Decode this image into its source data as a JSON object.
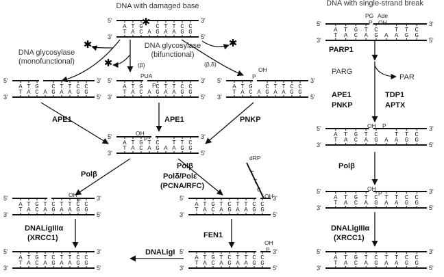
{
  "titles": {
    "damaged_base": "DNA with damaged base",
    "ssb": "DNA with single-strand break"
  },
  "strands": {
    "top_seq": "ATGTCTTCC",
    "bottom_seq": "TACAGAAGG",
    "top_damaged_left": "ATG",
    "top_damaged_right": "CTTCC",
    "top_ap_left": "ATG",
    "top_ap_right": "CTTCC",
    "top_nick_left": "ATGTC",
    "top_nick_right": "TTCC",
    "flap_seq": "CTT",
    "prime5": "5'",
    "prime3": "3'"
  },
  "enzymes": {
    "glyco_mono": "DNA glycosylase",
    "glyco_mono_sub": "(monofunctional)",
    "glyco_bi": "DNA glycosylase",
    "glyco_bi_sub": "(bifunctional)",
    "beta": "(β)",
    "beta_delta": "(β,δ)",
    "ape1_left": "APE1",
    "ape1_mid": "APE1",
    "pnkp_mid": "PNKP",
    "pol_beta_left": "Polβ",
    "pol_beta_mid": "Polβ",
    "pol_delta_eps": "Polδ/Polε",
    "pcna_rfc": "(PCNA/RFC)",
    "lig3_left": "DNALigIIIα",
    "xrcc1_left": "(XRCC1)",
    "fen1": "FEN1",
    "lig1": "DNALigI",
    "parp1": "PARP1",
    "parg": "PARG",
    "par": "PAR",
    "ape1_right": "APE1",
    "pnkp_right": "PNKP",
    "tdp1": "TDP1",
    "aptx": "APTX",
    "pol_beta_right": "Polβ",
    "lig3_right": "DNALigIIIα",
    "xrcc1_right": "(XRCC1)"
  },
  "marks": {
    "oh": "OH",
    "p": "P",
    "pua": "PUA",
    "drp": "dRP",
    "pg": "PG",
    "ade": "Ade",
    "star": "✱"
  }
}
